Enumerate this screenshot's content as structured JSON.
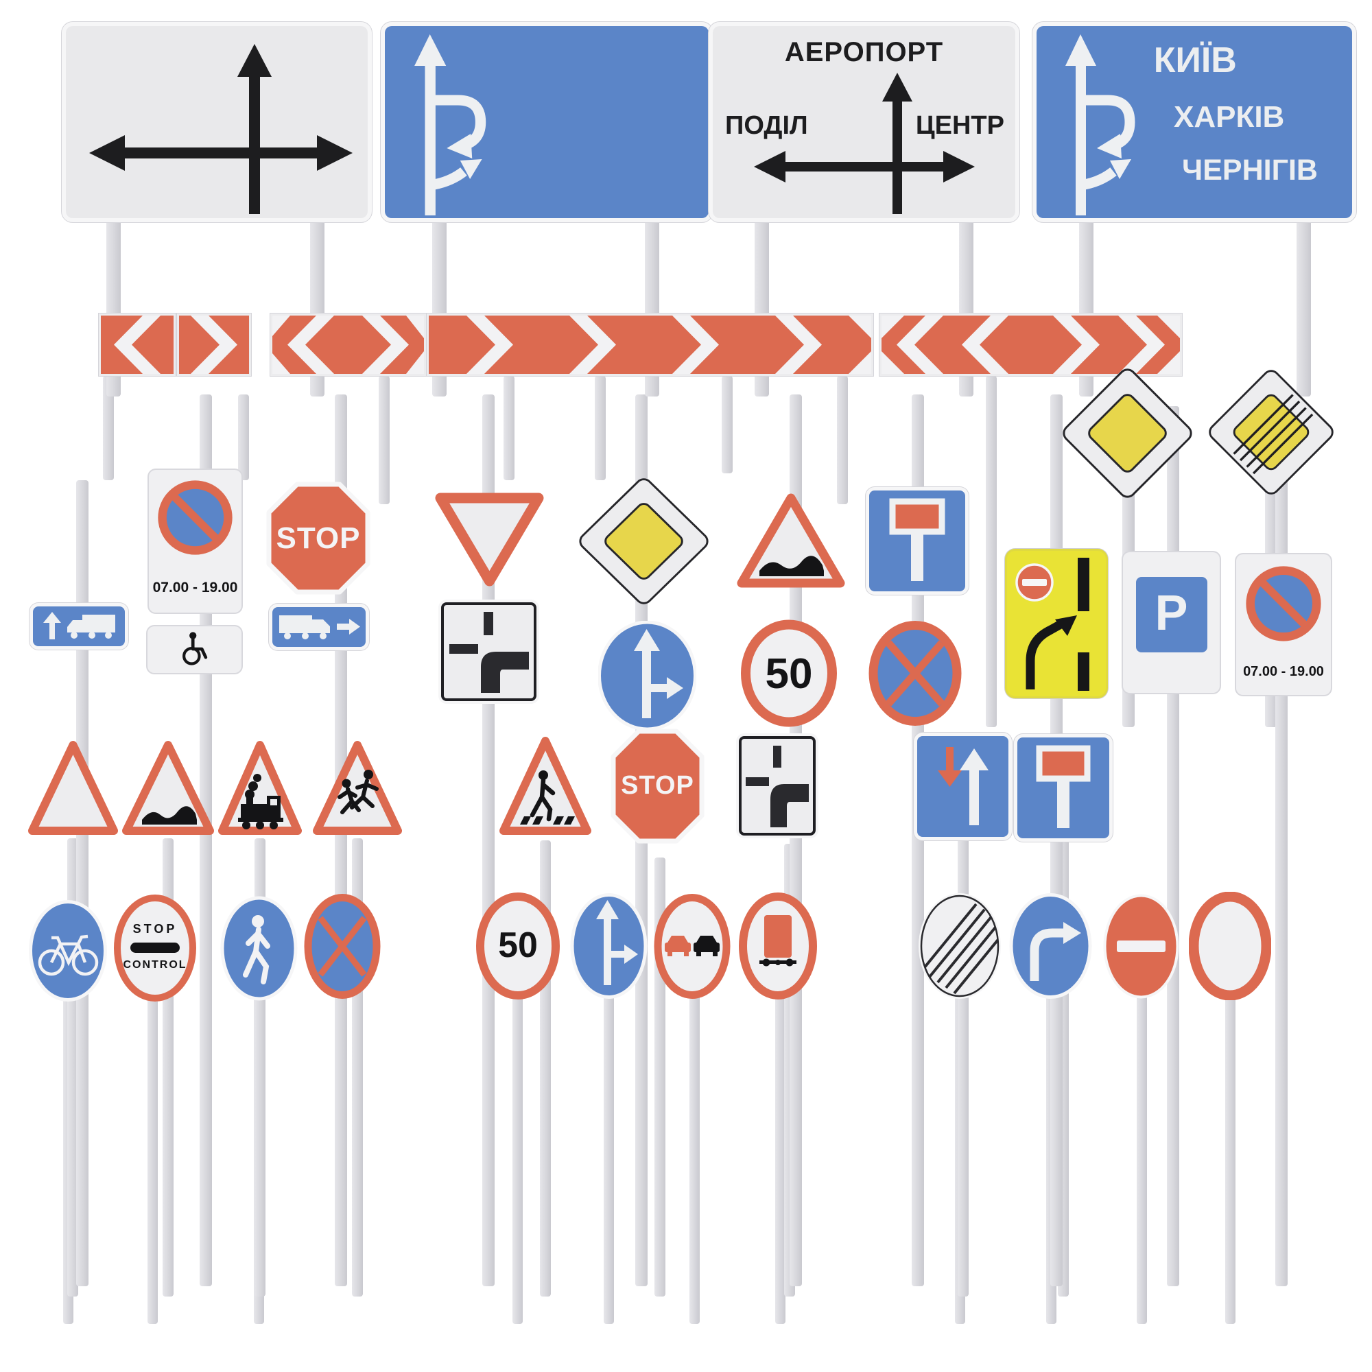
{
  "colors": {
    "red": "#dc6a50",
    "blue": "#5b85c8",
    "yellow": "#e7d64b",
    "lane_yellow": "#e9e335",
    "panel_white": "#e9e9eb",
    "sign_white": "#f0f0f2",
    "ink": "#1c1c1e",
    "pole": "#dcdce1"
  },
  "boards": {
    "airport": {
      "top": "АЕРОПОРТ",
      "left": "ПОДІЛ",
      "right": "ЦЕНТР"
    },
    "cities": {
      "line1": "КИЇВ",
      "line2": "ХАРКІВ",
      "line3": "ЧЕРНІГІВ"
    }
  },
  "labels": {
    "stop": "STOP",
    "speed_limit": "50",
    "parking": "P",
    "no_parking_time": "07.00 - 19.00",
    "customs_top": "STOP",
    "customs_bottom": "CONTROL"
  }
}
